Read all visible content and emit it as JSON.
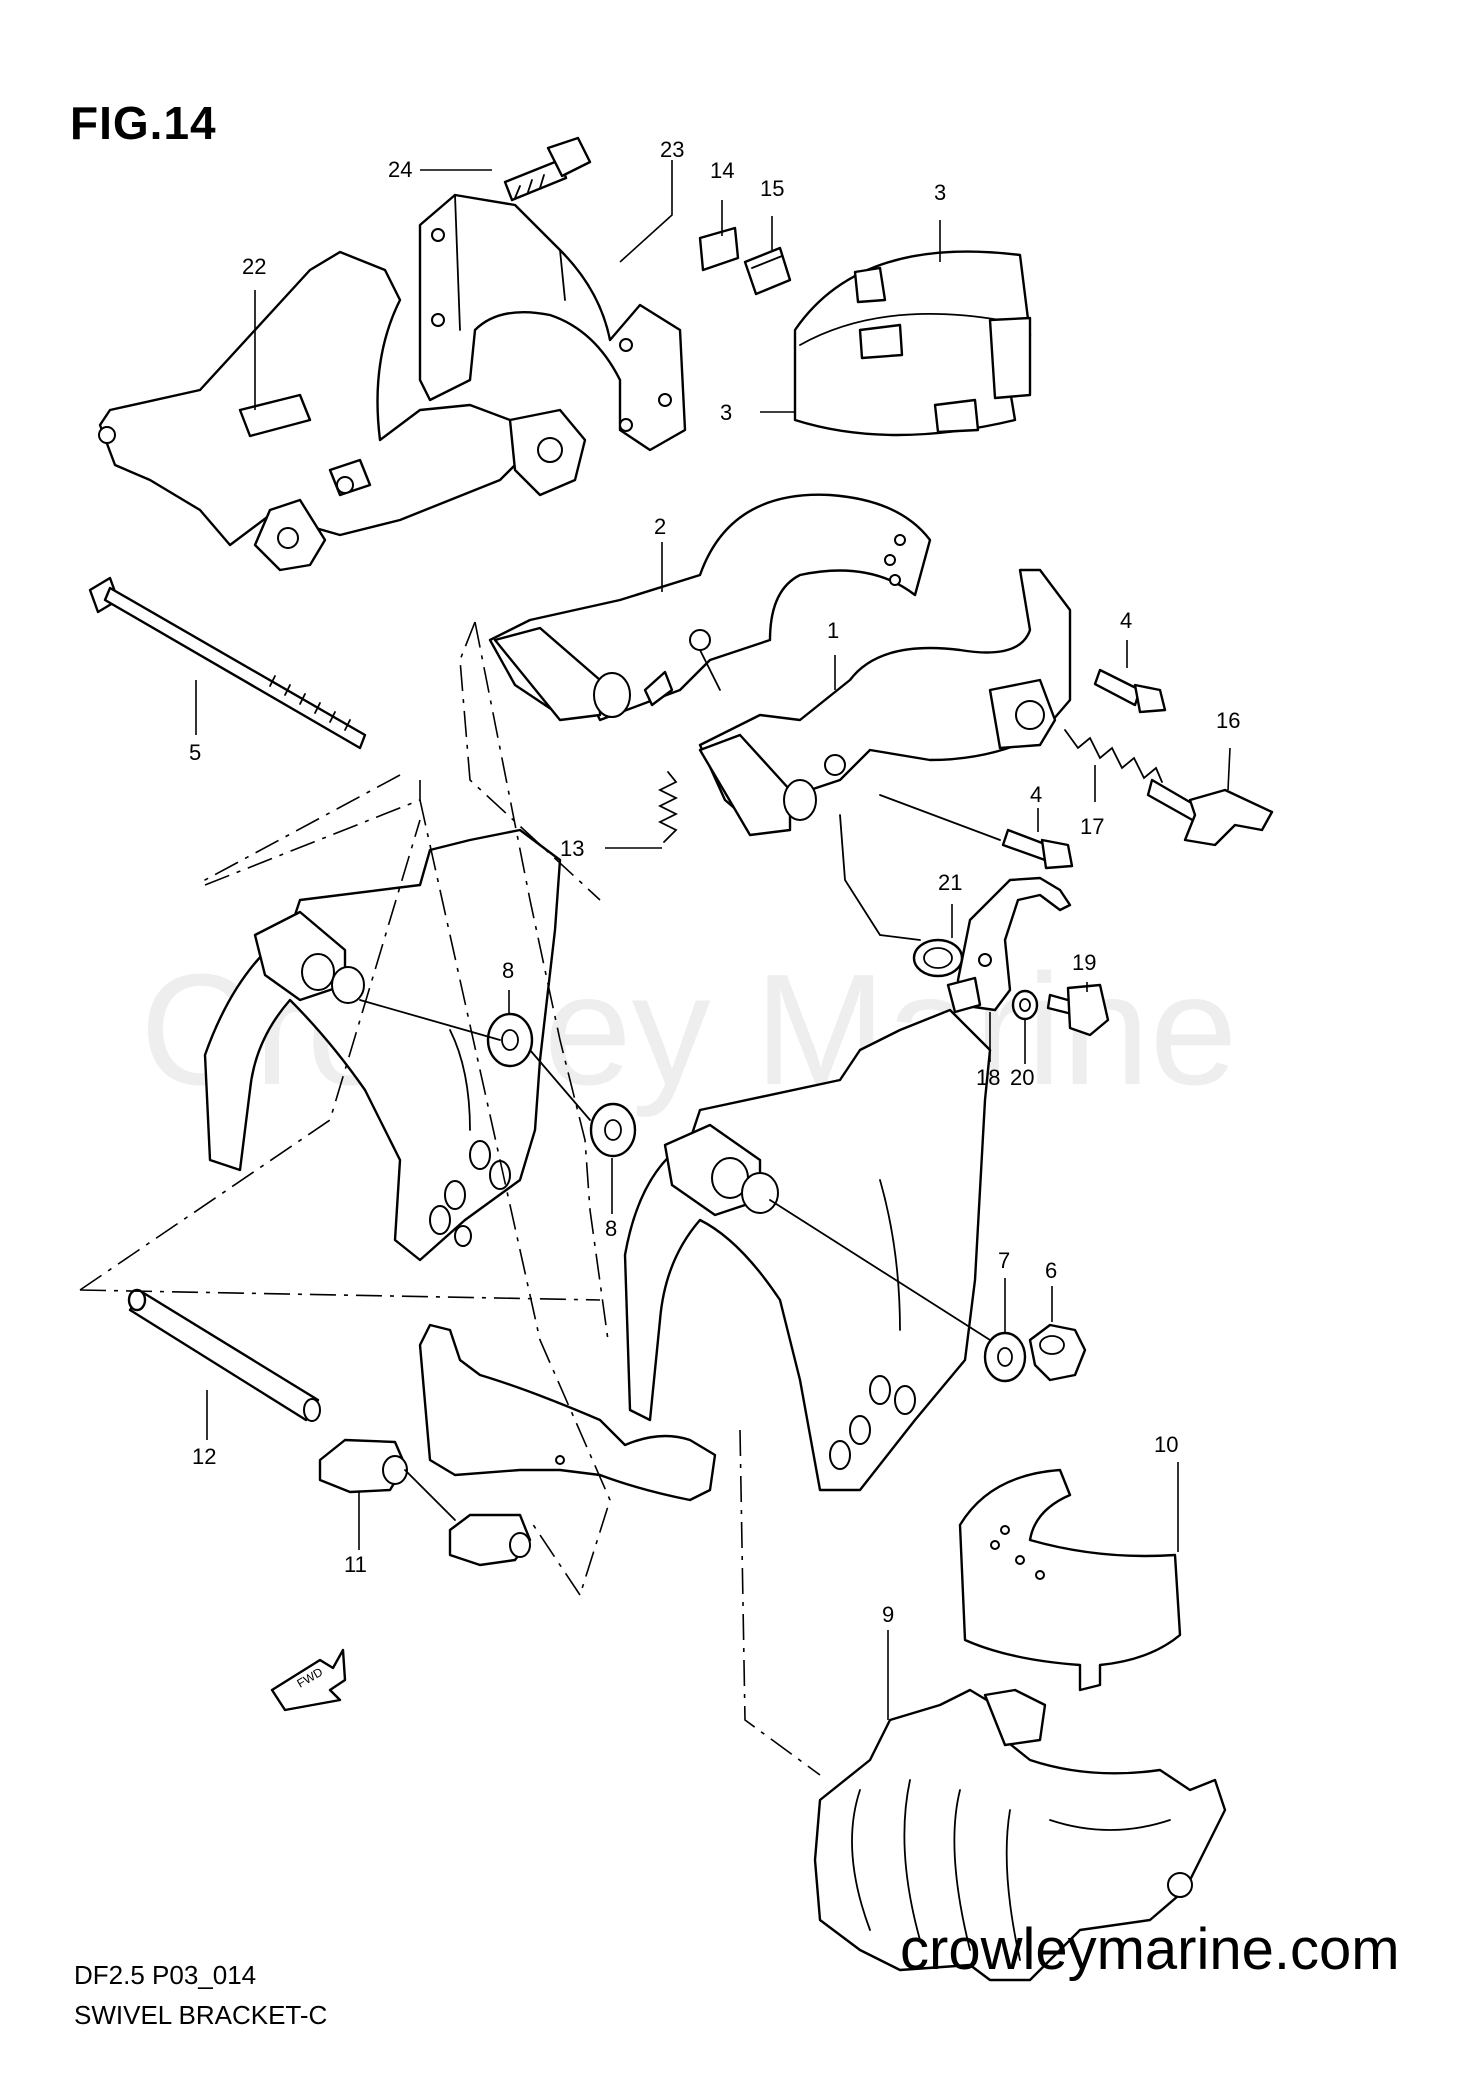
{
  "figure": {
    "title": "FIG.14",
    "model_code": "DF2.5 P03_014",
    "section_name": "SWIVEL BRACKET-C"
  },
  "watermark": "Crowley Marine",
  "website": "crowleymarine.com",
  "fwd_label": "FWD",
  "callouts": [
    {
      "id": "c24",
      "label": "24"
    },
    {
      "id": "c23",
      "label": "23"
    },
    {
      "id": "c14",
      "label": "14"
    },
    {
      "id": "c15",
      "label": "15"
    },
    {
      "id": "c3a",
      "label": "3"
    },
    {
      "id": "c22",
      "label": "22"
    },
    {
      "id": "c3b",
      "label": "3"
    },
    {
      "id": "c2",
      "label": "2"
    },
    {
      "id": "c1",
      "label": "1"
    },
    {
      "id": "c4a",
      "label": "4"
    },
    {
      "id": "c16",
      "label": "16"
    },
    {
      "id": "c5",
      "label": "5"
    },
    {
      "id": "c13",
      "label": "13"
    },
    {
      "id": "c4b",
      "label": "4"
    },
    {
      "id": "c17",
      "label": "17"
    },
    {
      "id": "c21",
      "label": "21"
    },
    {
      "id": "c19",
      "label": "19"
    },
    {
      "id": "c8a",
      "label": "8"
    },
    {
      "id": "c18",
      "label": "18"
    },
    {
      "id": "c20",
      "label": "20"
    },
    {
      "id": "c8b",
      "label": "8"
    },
    {
      "id": "c7",
      "label": "7"
    },
    {
      "id": "c6",
      "label": "6"
    },
    {
      "id": "c12",
      "label": "12"
    },
    {
      "id": "c10",
      "label": "10"
    },
    {
      "id": "c11",
      "label": "11"
    },
    {
      "id": "c9",
      "label": "9"
    }
  ]
}
